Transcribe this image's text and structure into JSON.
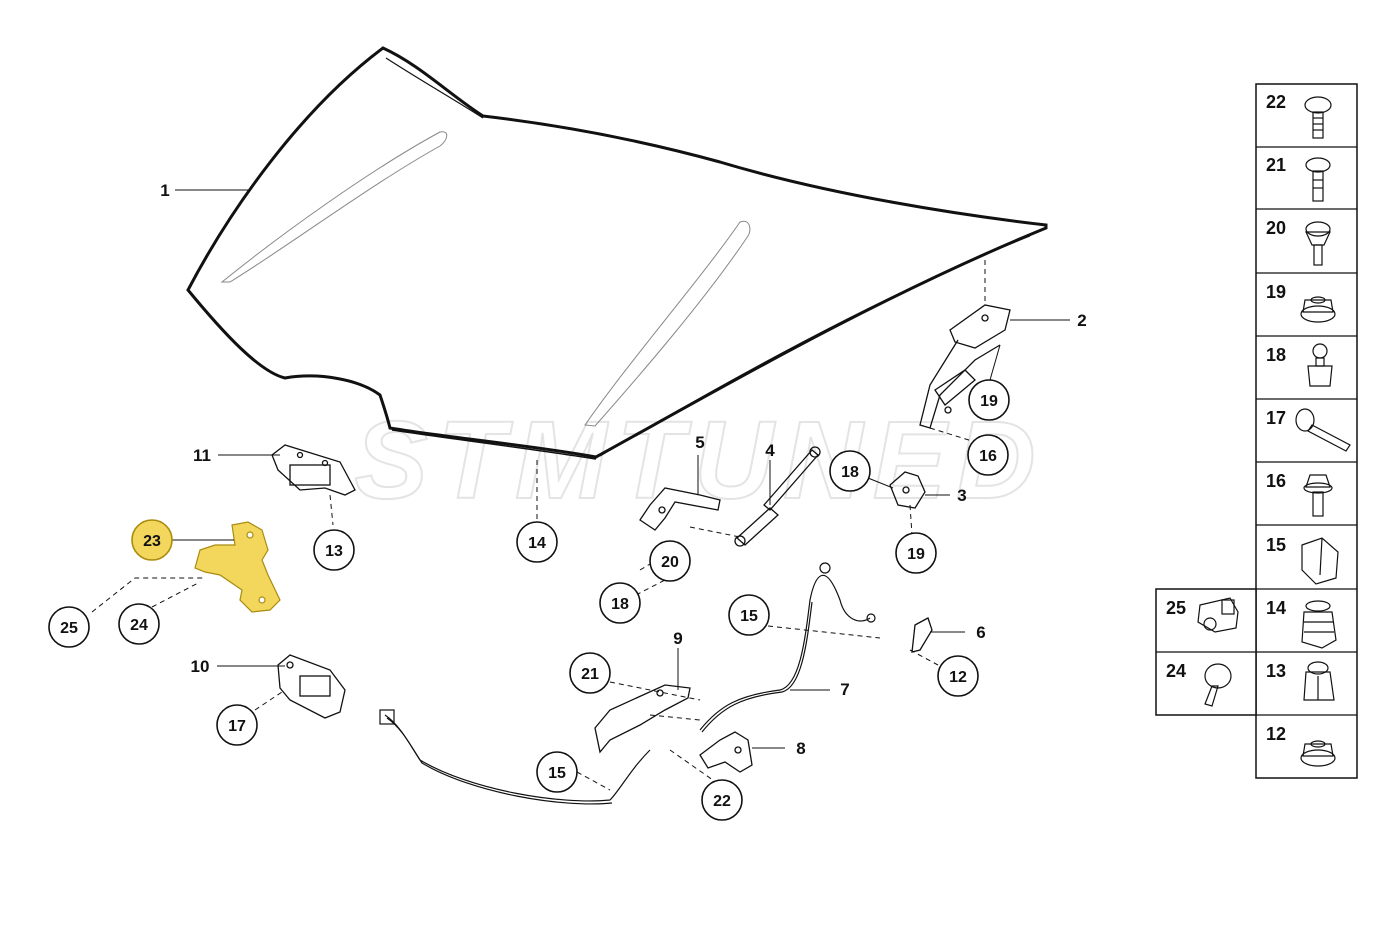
{
  "watermark": "STMTUNED",
  "highlight_color": "#f3d65c",
  "callouts": {
    "c1": "1",
    "c2": "2",
    "c3": "3",
    "c4": "4",
    "c5": "5",
    "c6": "6",
    "c7": "7",
    "c8": "8",
    "c9": "9",
    "c10": "10",
    "c11": "11",
    "c13": "13",
    "c14": "14",
    "c12": "12",
    "c16": "16",
    "c17": "17",
    "c18a": "18",
    "c18b": "18",
    "c19a": "19",
    "c19b": "19",
    "c20": "20",
    "c15a": "15",
    "c15b": "15",
    "c21": "21",
    "c22": "22",
    "c23": "23",
    "c24": "24",
    "c25": "25"
  },
  "parts_table": [
    {
      "label": "22",
      "icon": "torx-bolt-icon"
    },
    {
      "label": "21",
      "icon": "torx-bolt-icon"
    },
    {
      "label": "20",
      "icon": "torx-bolt-icon"
    },
    {
      "label": "19",
      "icon": "flange-nut-icon"
    },
    {
      "label": "18",
      "icon": "ball-stud-icon"
    },
    {
      "label": "17",
      "icon": "bolt-icon"
    },
    {
      "label": "16",
      "icon": "hex-bolt-icon"
    },
    {
      "label": "15",
      "icon": "cable-clip-icon"
    },
    {
      "label": "14",
      "icon": "expanding-rivet-icon"
    },
    {
      "label": "13",
      "icon": "spire-nut-icon"
    },
    {
      "label": "12",
      "icon": "flange-nut-icon"
    }
  ],
  "side_table": [
    {
      "label": "25",
      "icon": "cable-holder-icon"
    },
    {
      "label": "24",
      "icon": "trim-clip-icon"
    }
  ]
}
